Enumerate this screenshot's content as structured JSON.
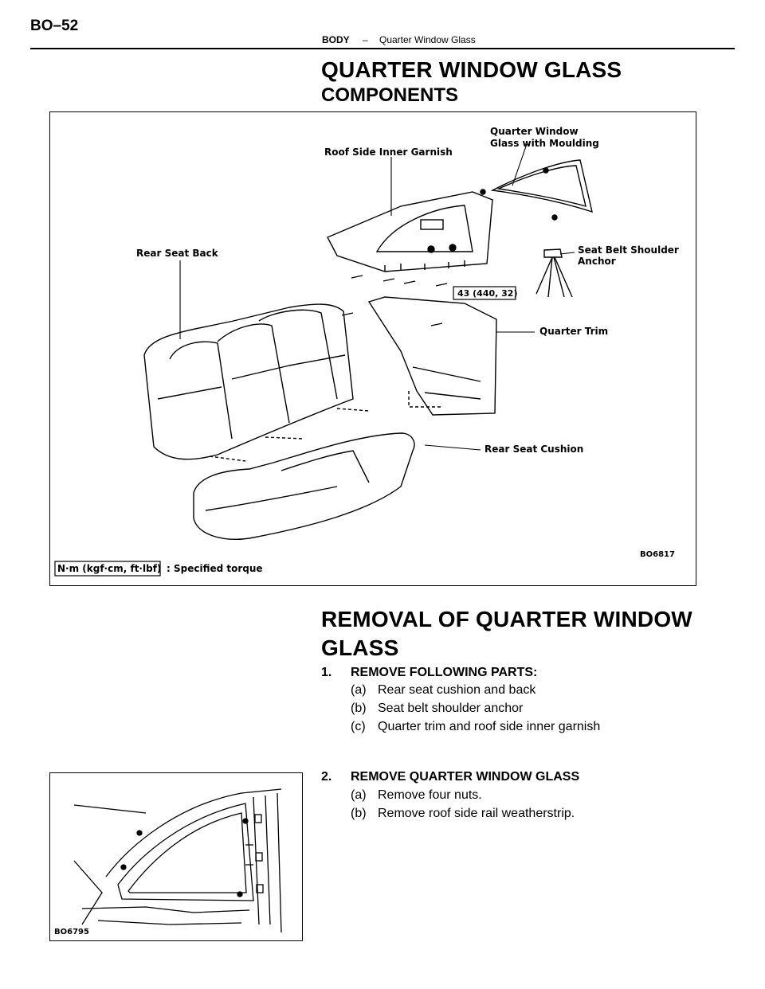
{
  "header": {
    "page_id": "BO–52",
    "section": "BODY",
    "separator": "–",
    "topic": "Quarter Window Glass"
  },
  "title": "QUARTER WINDOW GLASS",
  "components_heading": "COMPONENTS",
  "figure1": {
    "labels": {
      "roof_side_inner_garnish": "Roof Side Inner Garnish",
      "quarter_window_glass_1": "Quarter Window",
      "quarter_window_glass_2": "Glass with Moulding",
      "rear_seat_back": "Rear Seat Back",
      "seat_belt_1": "Seat Belt Shoulder",
      "seat_belt_2": "Anchor",
      "torque_value": "43 (440, 32)",
      "quarter_trim": "Quarter Trim",
      "rear_seat_cushion": "Rear Seat Cushion",
      "legend_unit": "N·m (kgf·cm, ft·lbf)",
      "legend_text": ": Specified torque"
    },
    "code": "BO6817"
  },
  "removal": {
    "heading": "REMOVAL OF QUARTER WINDOW GLASS",
    "steps": [
      {
        "label": "1.",
        "title": "REMOVE FOLLOWING PARTS:",
        "subs": [
          {
            "label": "(a)",
            "text": "Rear seat cushion and back"
          },
          {
            "label": "(b)",
            "text": "Seat belt shoulder anchor"
          },
          {
            "label": "(c)",
            "text": "Quarter trim and roof side inner garnish"
          }
        ]
      },
      {
        "label": "2.",
        "title": "REMOVE QUARTER WINDOW GLASS",
        "subs": [
          {
            "label": "(a)",
            "text": "Remove four nuts."
          },
          {
            "label": "(b)",
            "text": "Remove roof side rail weatherstrip."
          }
        ]
      }
    ]
  },
  "figure2": {
    "code": "BO6795"
  }
}
